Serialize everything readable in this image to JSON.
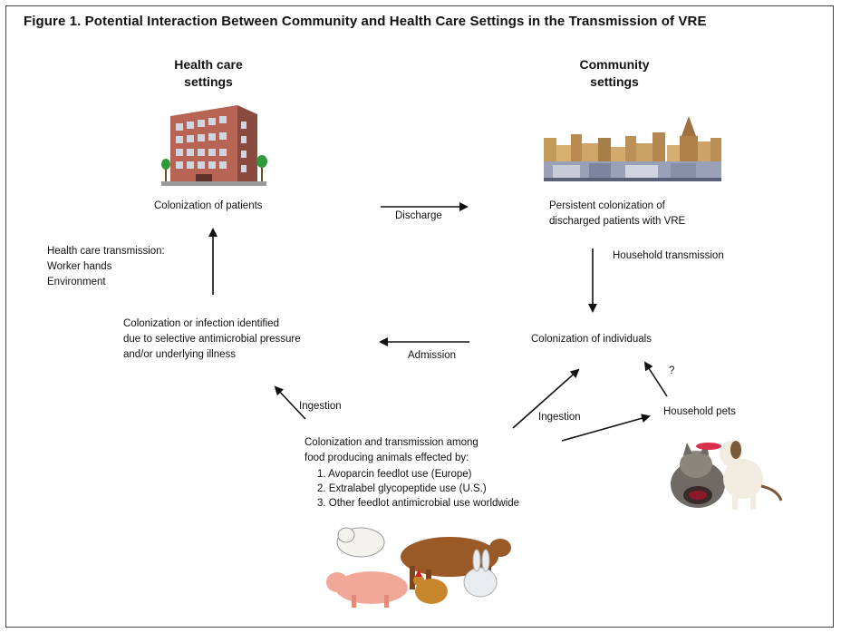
{
  "title": "Figure 1. Potential Interaction Between Community and Health Care Settings in the Transmission of VRE",
  "headings": {
    "health_care": "Health care\nsettings",
    "community": "Community\nsettings"
  },
  "nodes": {
    "colonization_patients": "Colonization of patients",
    "persistent_line1": "Persistent colonization of",
    "persistent_line2": "discharged patients with VRE",
    "hc_transmission_line1": "Health care transmission:",
    "hc_transmission_line2": "Worker hands",
    "hc_transmission_line3": "Environment",
    "identified_line1": "Colonization or infection identified",
    "identified_line2": "due to selective antimicrobial pressure",
    "identified_line3": "and/or underlying illness",
    "colonization_individuals": "Colonization of individuals",
    "household_pets": "Household pets",
    "food_line1": "Colonization and transmission among",
    "food_line2": "food producing animals effected by:",
    "food_items": [
      "1.  Avoparcin feedlot use (Europe)",
      "2.  Extralabel  glycopeptide use  (U.S.)",
      "3.  Other feedlot antimicrobial use worldwide"
    ]
  },
  "edges": {
    "discharge": "Discharge",
    "household_transmission": "Household transmission",
    "admission": "Admission",
    "ingestion_left": "Ingestion",
    "ingestion_right": "Ingestion",
    "unknown": "?"
  },
  "colors": {
    "arrow": "#111111",
    "building": "#a8584a",
    "city": "#c8a060",
    "frame": "#444444"
  }
}
